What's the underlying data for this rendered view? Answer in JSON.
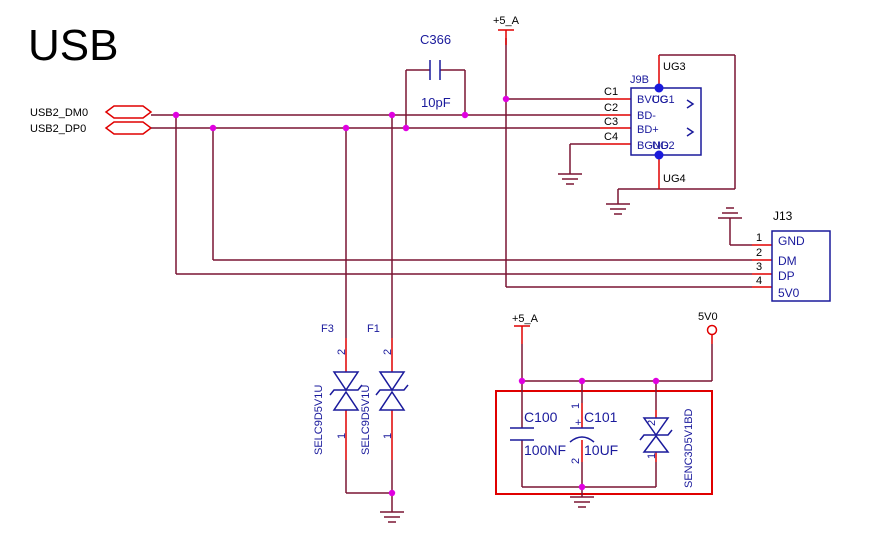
{
  "title": "USB",
  "nets": {
    "usb_dm": "USB2_DM0",
    "usb_dp": "USB2_DP0",
    "supply_top": "+5_A",
    "supply_bottom": "+5_A",
    "supply_5v0": "5V0"
  },
  "c366": {
    "ref": "C366",
    "value": "10pF"
  },
  "j9b": {
    "ref": "J9B",
    "ug3": "UG3",
    "ug4": "UG4",
    "pin_labels": [
      "BVCC",
      "BD-",
      "BD+",
      "BGND"
    ],
    "pin_numbers": [
      "C1",
      "C2",
      "C3",
      "C4"
    ],
    "overlap_1": "UG1",
    "overlap_2": "UG2"
  },
  "j13": {
    "ref": "J13",
    "pin_labels": [
      "GND",
      "DM",
      "DP",
      "5V0"
    ],
    "pin_numbers": [
      "1",
      "2",
      "3",
      "4"
    ]
  },
  "f3": {
    "ref": "F3",
    "part": "SELC9D5V1U",
    "pin_top": "2",
    "pin_bottom": "1"
  },
  "f1": {
    "ref": "F1",
    "part": "SELC9D5V1U",
    "pin_top": "2",
    "pin_bottom": "1"
  },
  "c100": {
    "ref": "C100",
    "value": "100NF"
  },
  "c101": {
    "ref": "C101",
    "value": "10UF",
    "pin_top": "1",
    "pin_bottom": "2"
  },
  "tvs": {
    "part": "SENC3D5V1BD",
    "pin_top": "2",
    "pin_bottom": "1"
  },
  "colors": {
    "wire": "#7a1533",
    "pin": "#e00000",
    "component": "#1a1a9c",
    "junction": "#e000e0",
    "highlight_box": "#e00000"
  }
}
